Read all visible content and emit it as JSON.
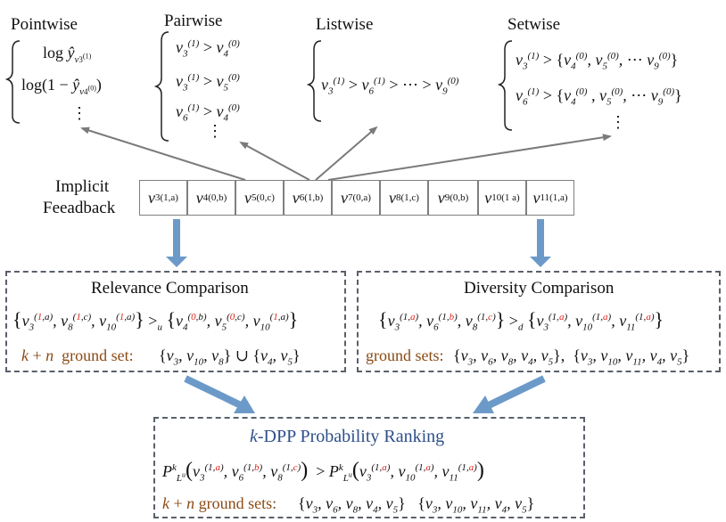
{
  "headings": {
    "pointwise": "Pointwise",
    "pairwise": "Pairwise",
    "listwise": "Listwise",
    "setwise": "Setwise"
  },
  "pointwise": {
    "row1": "log ŷ",
    "row2": "log(1 − ŷ",
    "row1_sub": "v₃⁽¹⁾",
    "row2_sub": "v₄⁽⁰⁾",
    "ellipsis": "⋮"
  },
  "pairwise": {
    "rows": [
      "v₃⁽¹⁾ > v₄⁽⁰⁾",
      "v₃⁽¹⁾ > v₅⁽⁰⁾",
      "v₆⁽¹⁾ > v₄⁽⁰⁾"
    ],
    "ellipsis": "⋮"
  },
  "listwise": {
    "row": "v₃⁽¹⁾ > v₆⁽¹⁾ > ⋯ > v₉⁽⁰⁾"
  },
  "setwise": {
    "rows": [
      "v₃⁽¹⁾ > {v₄⁽⁰⁾, v₅⁽⁰⁾, ⋯ v₉⁽⁰⁾}",
      "v₆⁽¹⁾ > {v₄⁽⁰⁾, v₅⁽⁰⁾, ⋯ v₉⁽⁰⁾}"
    ],
    "ellipsis": "⋮"
  },
  "feedback": {
    "label_line1": "Implicit",
    "label_line2": "Feeadback",
    "items": [
      {
        "sub": "3",
        "sup": "(1,a)"
      },
      {
        "sub": "4",
        "sup": "(0,b)"
      },
      {
        "sub": "5",
        "sup": "(0,c)"
      },
      {
        "sub": "6",
        "sup": "(1,b)"
      },
      {
        "sub": "7",
        "sup": "(0,a)"
      },
      {
        "sub": "8",
        "sup": "(1,c)"
      },
      {
        "sub": "9",
        "sup": "(0,b)"
      },
      {
        "sub": "10",
        "sup": "(1 a)"
      },
      {
        "sub": "11",
        "sup": "(1,a)"
      }
    ]
  },
  "relevance": {
    "title": "Relevance Comparison",
    "comparison": "{v₃^(1,a), v₈^(1,c), v₁₀^(1,a)} >ᵤ {v₄^(0,b), v₅^(0,c), v₁₀^(1,a)}",
    "operator": "u",
    "ground_label": "k + n  ground set:",
    "ground_value": "{v₃, v₁₀, v₈} ∪ {v₄, v₅}"
  },
  "diversity": {
    "title": "Diversity Comparison",
    "comparison": "{v₃^(1,a), v₆^(1,b), v₈^(1,c)} >_d {v₃^(1,a), v₁₀^(1,a), v₁₁^(1,a)}",
    "operator": "d",
    "ground_label": "ground sets:",
    "ground_value_1": "{v₃, v₆, v₈, v₄, v₅},",
    "ground_value_2": "{v₃, v₁₀, v₁₁, v₄, v₅}"
  },
  "kdpp": {
    "title_k": "k",
    "title_rest": "-DPP Probability Ranking",
    "comparison": "P_{L^u}^k(v₃^(1,a), v₆^(1,b), v₈^(1,c)) > P_{L^u}^k(v₃^(1,a), v₁₀^(1,a), v₁₁^(1,a))",
    "ground_label": "k + n  ground sets:",
    "ground_value_1": "{v₃, v₆, v₈, v₄, v₅}",
    "ground_value_2": "{v₃, v₁₀, v₁₁, v₄, v₅}"
  },
  "colors": {
    "accent_red": "#e0221b",
    "brown_text": "#8a4a14",
    "blue_title": "#2e4f8a",
    "arrow_gray": "#7a7a7a",
    "arrow_blue": "#6b9ac9",
    "dashed_border": "#5a5f6b"
  }
}
